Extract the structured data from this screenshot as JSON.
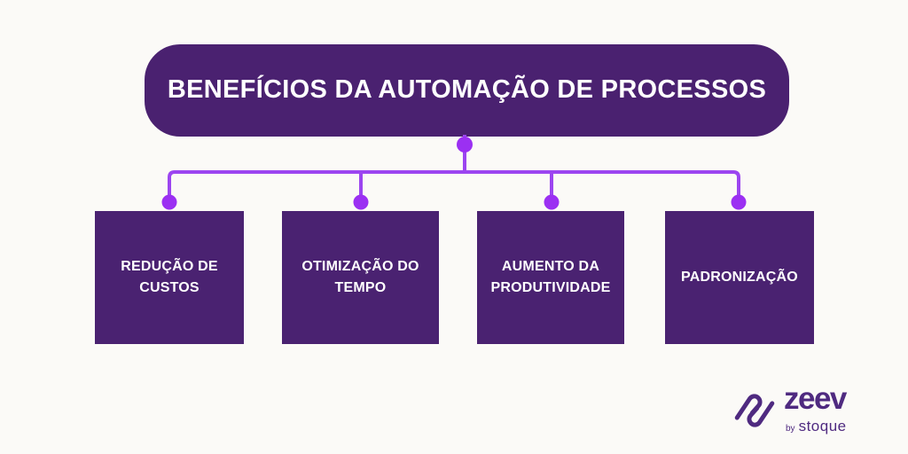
{
  "header": {
    "title": "BENEFÍCIOS DA AUTOMAÇÃO DE PROCESSOS"
  },
  "diagram": {
    "nodes": [
      {
        "label": "REDUÇÃO DE CUSTOS"
      },
      {
        "label": "OTIMIZAÇÃO DO TEMPO"
      },
      {
        "label": "AUMENTO DA PRODUTIVIDADE"
      },
      {
        "label": "PADRONIZAÇÃO"
      }
    ]
  },
  "colors": {
    "background": "#fbfaf7",
    "header_fill": "#4a2170",
    "node_fill": "#4a2271",
    "connector_line": "#9c45f0",
    "connector_dot": "#9b30f2",
    "node_text": "#ffffff",
    "logo_purple": "#4f2a80"
  },
  "logo": {
    "brand": "zeev",
    "byline_prefix": "by",
    "byline_company": "stoque"
  }
}
